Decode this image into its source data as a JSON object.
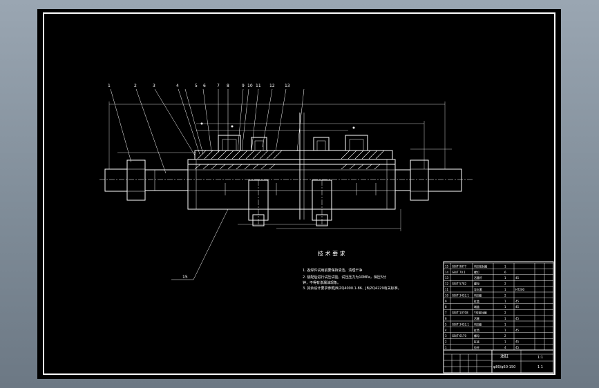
{
  "drawing": {
    "background": "#000000",
    "line_color": "#ffffff",
    "part_callouts": [
      "1",
      "2",
      "3",
      "4",
      "5",
      "6",
      "7",
      "8",
      "9",
      "10",
      "11",
      "12",
      "13"
    ],
    "bottom_callout": "15",
    "tech_requirements": {
      "title": "技 术 要 求",
      "items": [
        "1. 各焊件试用前要保持清洁，清理干净",
        "2. 装配后进行试压试验，试压压力为10MPa，保压5分",
        "   钟，不得有渗漏油现象。",
        "3. 其余设计要求参照JB/ZQ4000.1-86、JB/ZQ4229有关标准。"
      ]
    },
    "title_block": {
      "drawing_title": "油缸",
      "drawing_number": "φ80/φ50-150",
      "scale": "1:1",
      "sheet": "1 1"
    },
    "bom_rows": [
      [
        "15",
        "GB/T 9877",
        "O形密封圈",
        "1",
        "",
        ""
      ],
      [
        "14",
        "GB/T 70.1",
        "螺钉",
        "6",
        "",
        ""
      ],
      [
        "13",
        "",
        "活塞杆",
        "1",
        "45",
        ""
      ],
      [
        "12",
        "GB/T 5782",
        "螺母",
        "2",
        "",
        ""
      ],
      [
        "11",
        "",
        "导向套",
        "1",
        "HT200",
        ""
      ],
      [
        "10",
        "GB/T 3452.1",
        "O形圈",
        "2",
        "",
        ""
      ],
      [
        "9",
        "",
        "缸盖",
        "1",
        "45",
        ""
      ],
      [
        "8",
        "",
        "端盖",
        "1",
        "45",
        ""
      ],
      [
        "7",
        "GB/T 10708",
        "Y形密封圈",
        "2",
        "",
        ""
      ],
      [
        "6",
        "",
        "活塞",
        "1",
        "45",
        ""
      ],
      [
        "5",
        "GB/T 3452.1",
        "O形圈",
        "1",
        "",
        ""
      ],
      [
        "4",
        "",
        "缸筒",
        "1",
        "45",
        ""
      ],
      [
        "3",
        "GB/T 6170",
        "螺母",
        "2",
        "",
        ""
      ],
      [
        "2",
        "",
        "缸底",
        "1",
        "45",
        ""
      ],
      [
        "1",
        "",
        "拉杆",
        "4",
        "45",
        ""
      ]
    ]
  }
}
